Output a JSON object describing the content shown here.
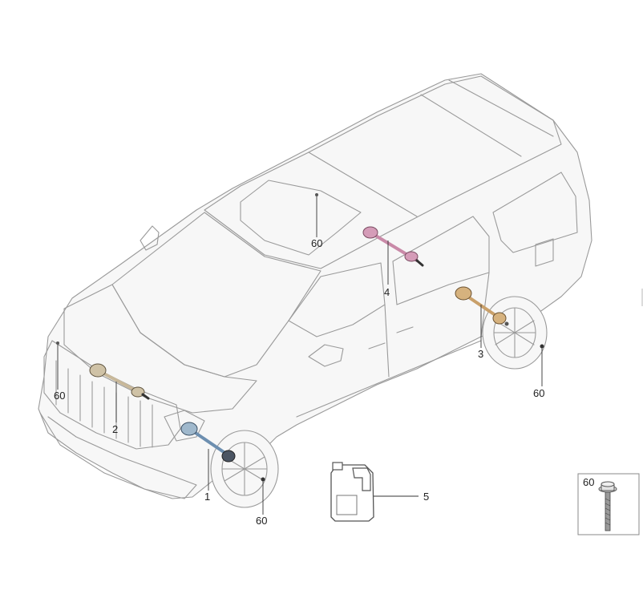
{
  "parts": {
    "p1": "1",
    "p2": "2",
    "p3": "3",
    "p4": "4",
    "p5": "5",
    "p60_roof": "60",
    "p60_front_left": "60",
    "p60_front_wheel": "60",
    "p60_rear_wheel": "60",
    "p60_inset": "60"
  },
  "colors": {
    "shaft_front": "#c8b89a",
    "shaft_rear": "#c9a06a",
    "shaft_center": "#c98aa8",
    "shaft_front_right": "#6d8fb0"
  }
}
